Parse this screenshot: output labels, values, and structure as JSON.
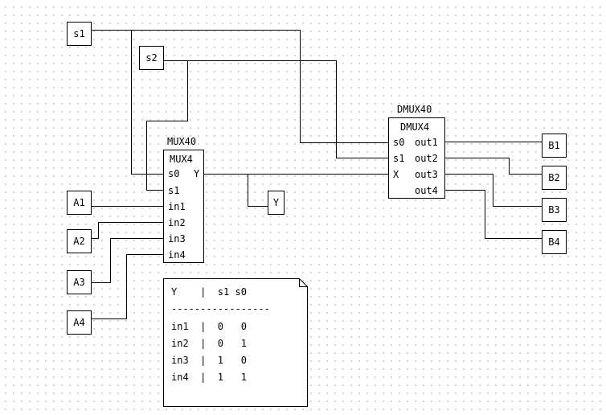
{
  "inputs": {
    "s1": "s1",
    "s2": "s2",
    "a1": "A1",
    "a2": "A2",
    "a3": "A3",
    "a4": "A4"
  },
  "outputs": {
    "y": "Y",
    "b1": "B1",
    "b2": "B2",
    "b3": "B3",
    "b4": "B4"
  },
  "mux": {
    "instance": "MUX40",
    "type": "MUX4",
    "pins": {
      "s0": "s0",
      "s1": "s1",
      "in1": "in1",
      "in2": "in2",
      "in3": "in3",
      "in4": "in4",
      "y": "Y"
    }
  },
  "dmux": {
    "instance": "DMUX40",
    "type": "DMUX4",
    "pins": {
      "s0": "s0",
      "s1": "s1",
      "x": "X",
      "out1": "out1",
      "out2": "out2",
      "out3": "out3",
      "out4": "out4"
    }
  },
  "truth_table": {
    "header": "Y    |  s1 s0",
    "separator": "-----------------",
    "rows": [
      "in1  |  0   0",
      "in2  |  0   1",
      "in3  |  1   0",
      "in4  |  1   1"
    ]
  }
}
